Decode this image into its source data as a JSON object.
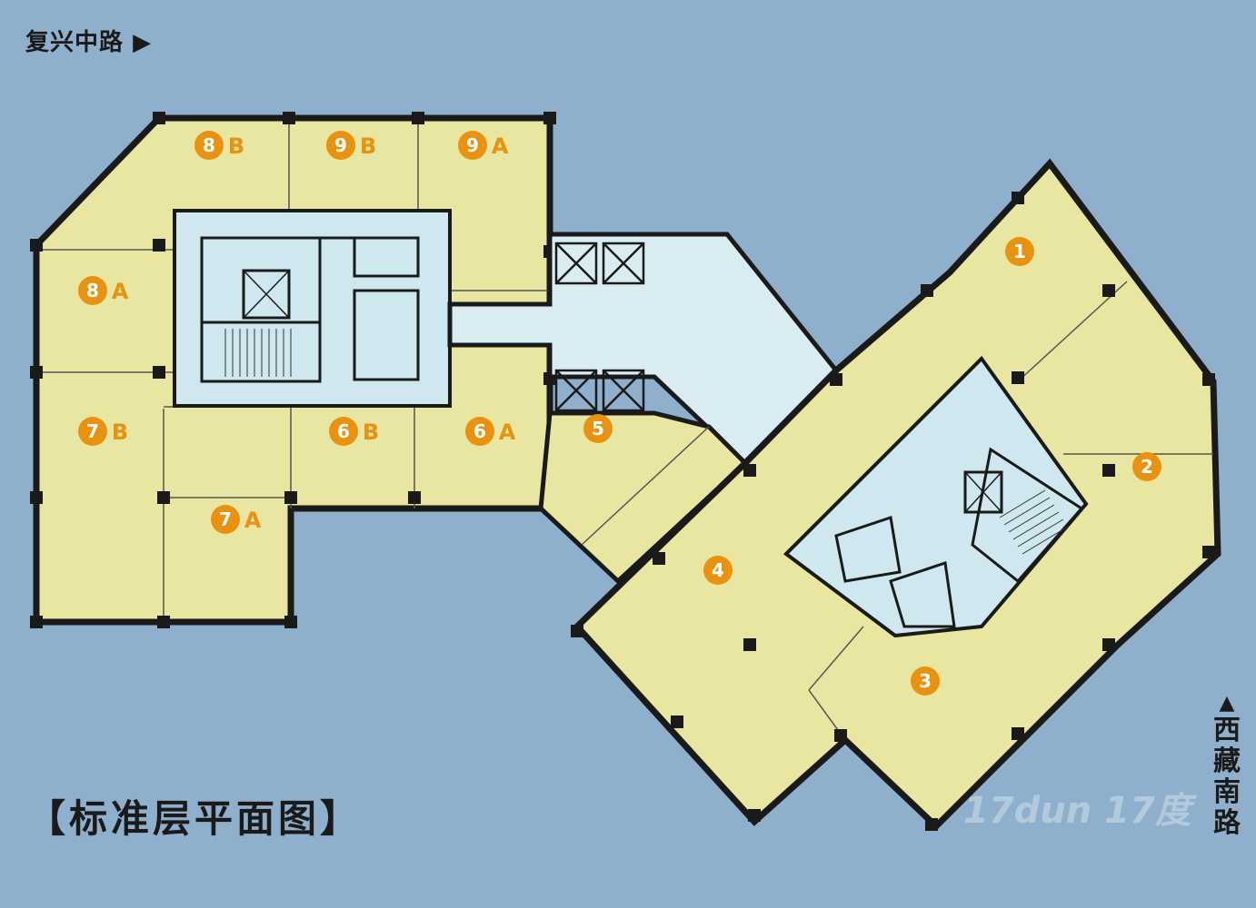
{
  "roads": {
    "top": "复兴中路",
    "top_arrow": "▶",
    "right_arrow": "▲",
    "right": "西藏南路"
  },
  "title": "【标准层平面图】",
  "watermark": "17dun 17度",
  "units": [
    {
      "num": "8",
      "suffix": "B"
    },
    {
      "num": "9",
      "suffix": "B"
    },
    {
      "num": "9",
      "suffix": "A"
    },
    {
      "num": "8",
      "suffix": "A"
    },
    {
      "num": "7",
      "suffix": "B"
    },
    {
      "num": "6",
      "suffix": "B"
    },
    {
      "num": "6",
      "suffix": "A"
    },
    {
      "num": "5",
      "suffix": ""
    },
    {
      "num": "7",
      "suffix": "A"
    },
    {
      "num": "1",
      "suffix": ""
    },
    {
      "num": "2",
      "suffix": ""
    },
    {
      "num": "4",
      "suffix": ""
    },
    {
      "num": "3",
      "suffix": ""
    }
  ],
  "colors": {
    "background": "#8fb0cc",
    "office": "#e8e6a0",
    "core": "#cfe8ef",
    "wall": "#1a1a1a",
    "badge": "#e8920f"
  }
}
